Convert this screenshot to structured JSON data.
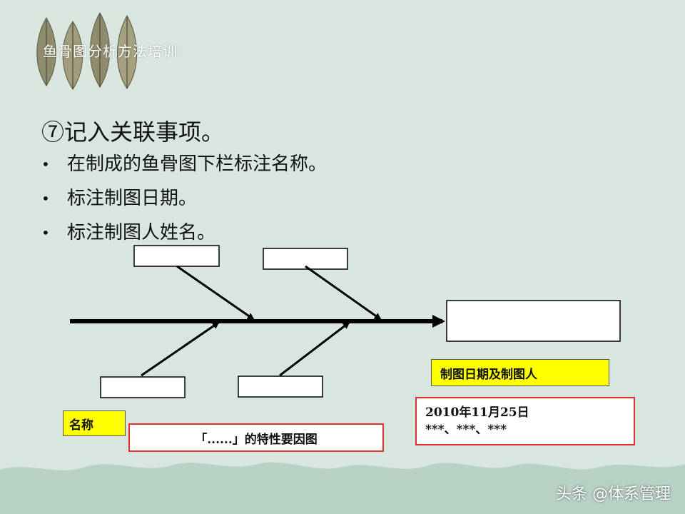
{
  "header": {
    "title": "鱼骨图分析方法培训"
  },
  "content": {
    "heading": "⑦记入关联事项。",
    "bullets": [
      "在制成的鱼骨图下栏标注名称。",
      "标注制图日期。",
      "标注制图人姓名。"
    ]
  },
  "diagram": {
    "name_label": "名称",
    "title_text": "「......」的特性要因图",
    "date_label": "制图日期及制图人",
    "date_value": "2010年11月25日",
    "authors": "***、***、***"
  },
  "watermark": "头条 @体系管理",
  "colors": {
    "background": "#d8e6df",
    "label_yellow": "#ffff00",
    "border_red": "#e53030",
    "ground": "#b7d1c5"
  }
}
